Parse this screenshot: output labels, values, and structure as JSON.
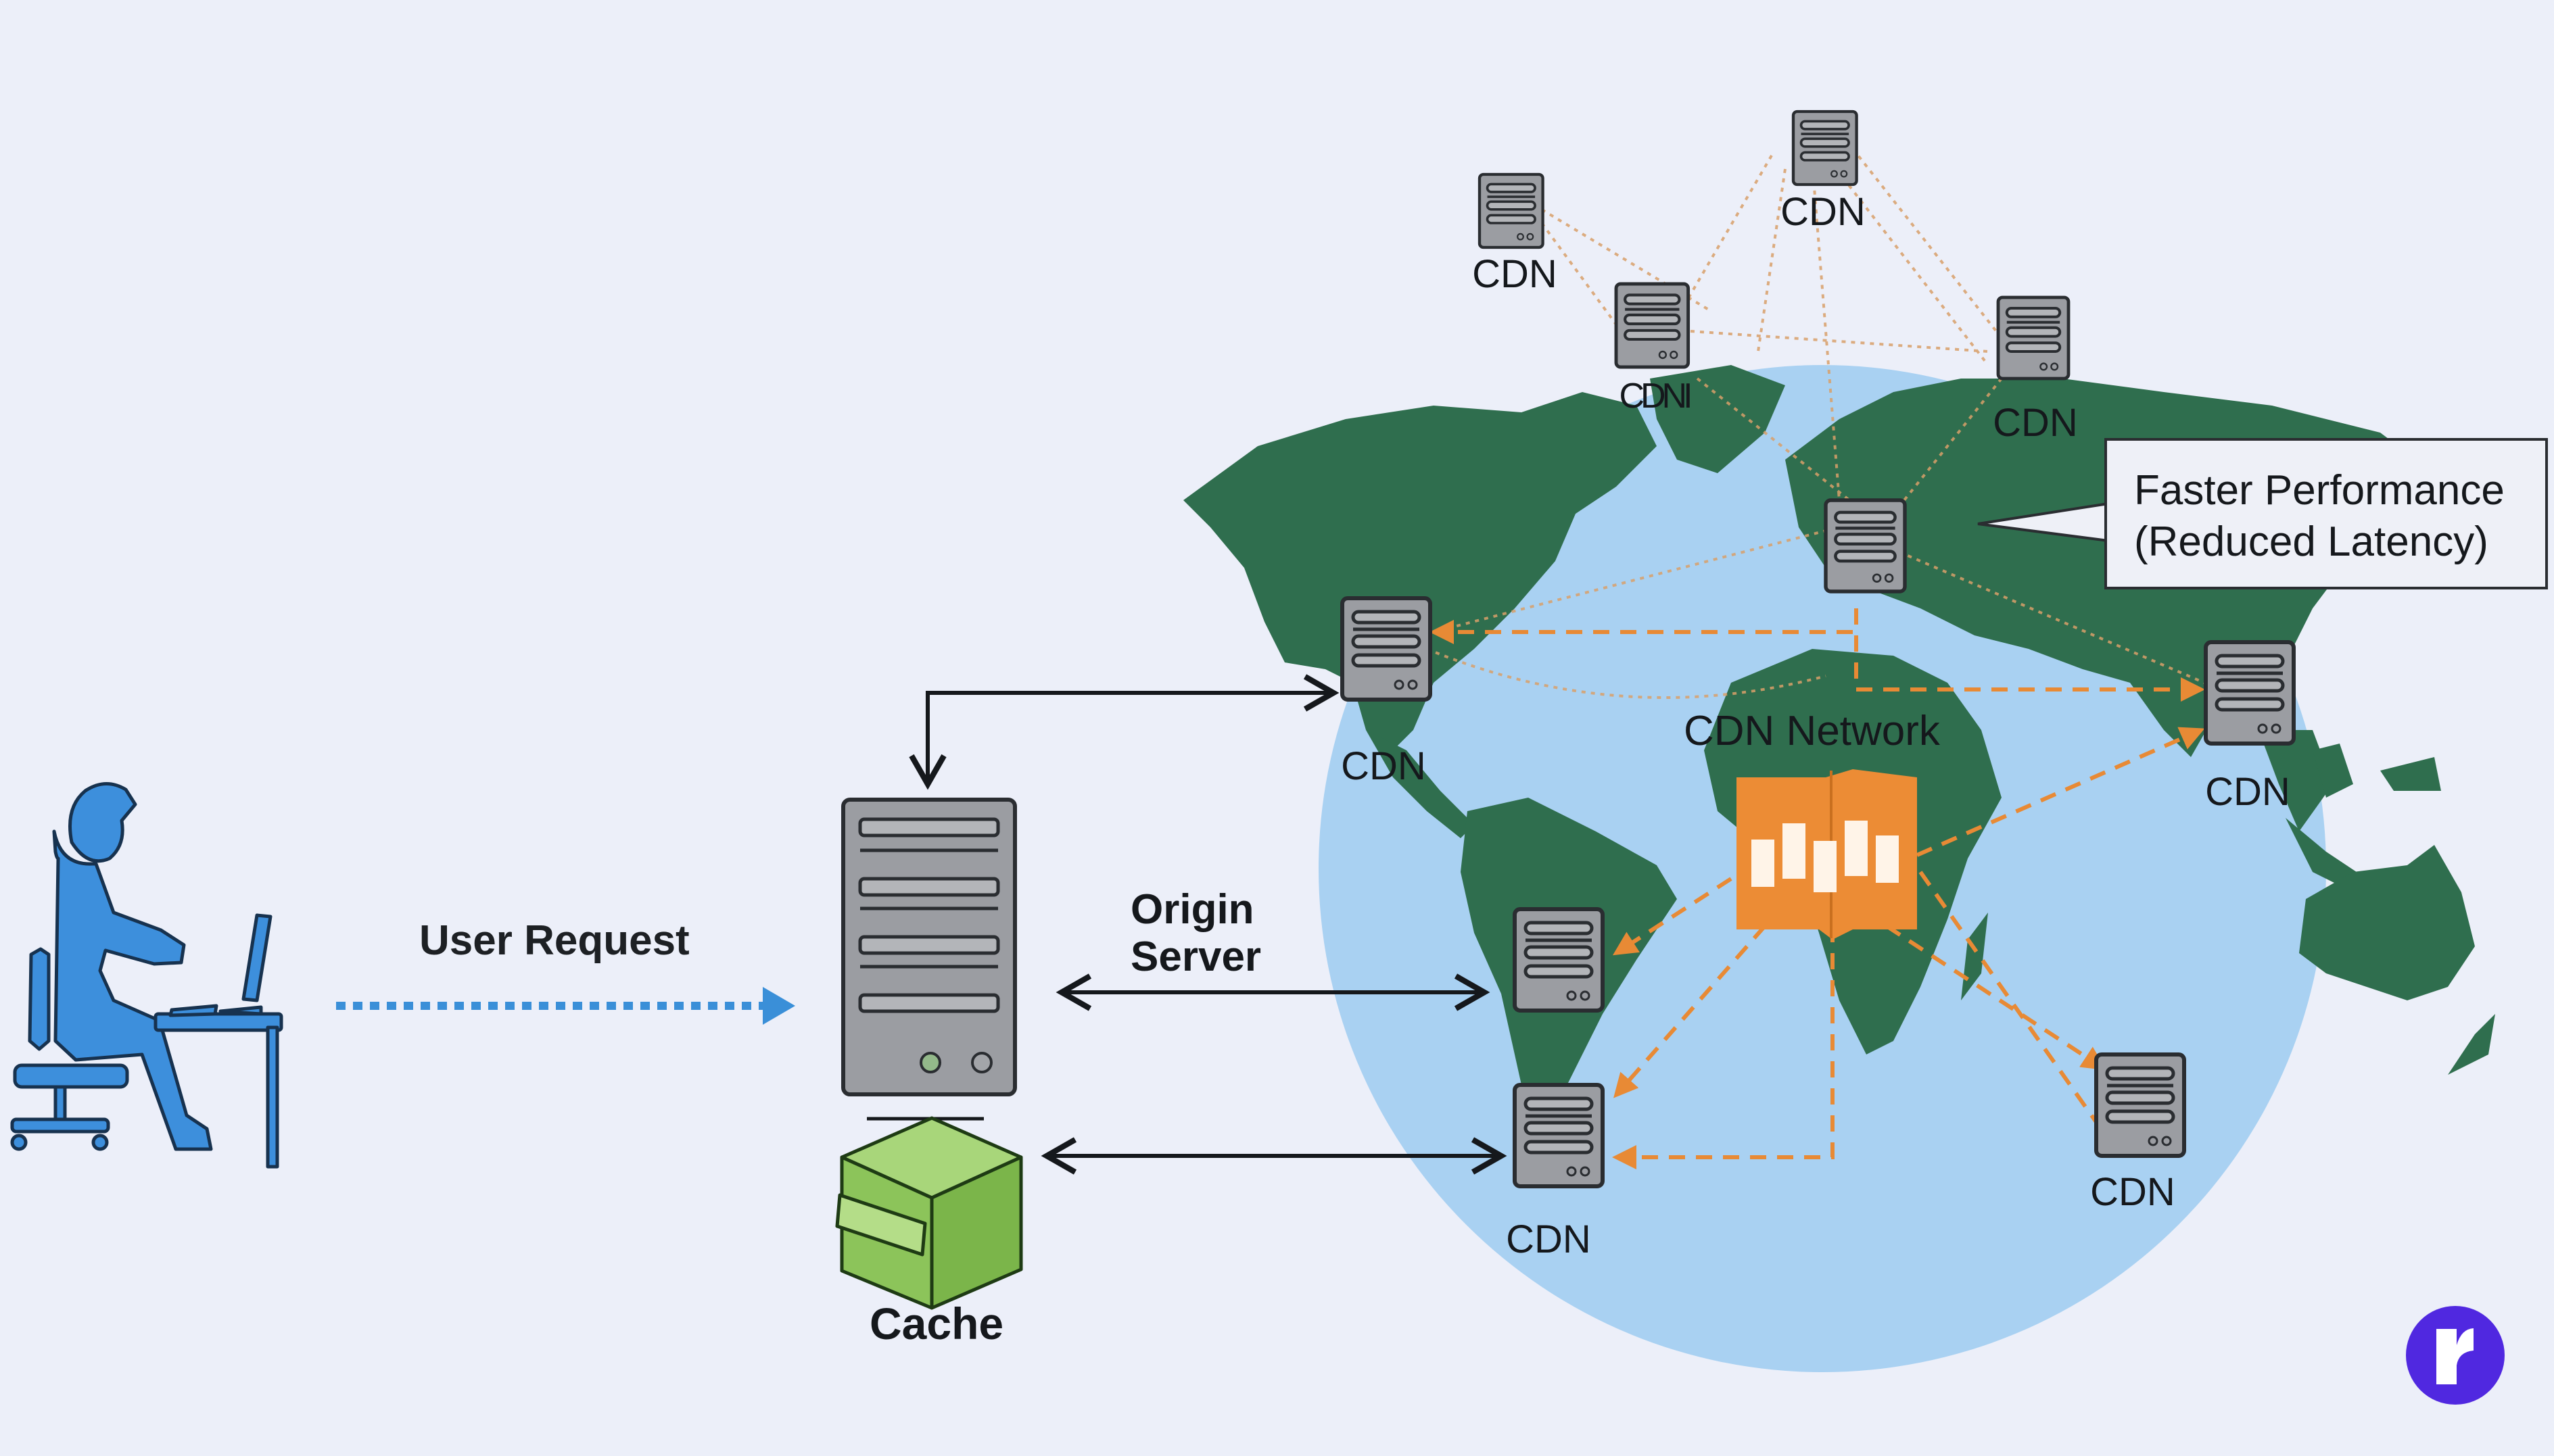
{
  "diagram": {
    "title_hint": "CDN Network architecture",
    "user": {
      "icon": "user-at-computer-icon",
      "request_label": "User Request"
    },
    "origin": {
      "icon": "origin-server-icon",
      "label_line1": "Origin",
      "label_line2": "Server"
    },
    "cache": {
      "icon": "cache-box-icon",
      "label": "Cache"
    },
    "network": {
      "label": "CDN Network",
      "hub_icon": "cdn-hub-building-icon"
    },
    "cdn_nodes": [
      {
        "id": "top-left",
        "label": "CDN"
      },
      {
        "id": "top-center",
        "label": "CDN"
      },
      {
        "id": "upper-left",
        "label": "CDNI"
      },
      {
        "id": "upper-right",
        "label": "CDN"
      },
      {
        "id": "europe",
        "label": ""
      },
      {
        "id": "north-america",
        "label": "CDN"
      },
      {
        "id": "asia",
        "label": "CDN"
      },
      {
        "id": "south-america",
        "label": ""
      },
      {
        "id": "south-atlantic",
        "label": "CDN"
      },
      {
        "id": "south-indian-ocean",
        "label": "CDN"
      }
    ],
    "callout": {
      "line1": "Faster Performance",
      "line2": "(Reduced Latency)"
    },
    "colors": {
      "background": "#eceff9",
      "globe_ocean": "#a9d1f2",
      "land": "#2f6e4e",
      "server_gray": "#9b9da2",
      "link_orange": "#e88a35",
      "request_blue": "#3a8fd8",
      "user_blue": "#3d8fdc",
      "cache_green": "#8cc45a",
      "logo_purple": "#5028e0"
    },
    "brand": {
      "logo_icon": "r-logo-icon",
      "logo_letter": "r"
    }
  }
}
